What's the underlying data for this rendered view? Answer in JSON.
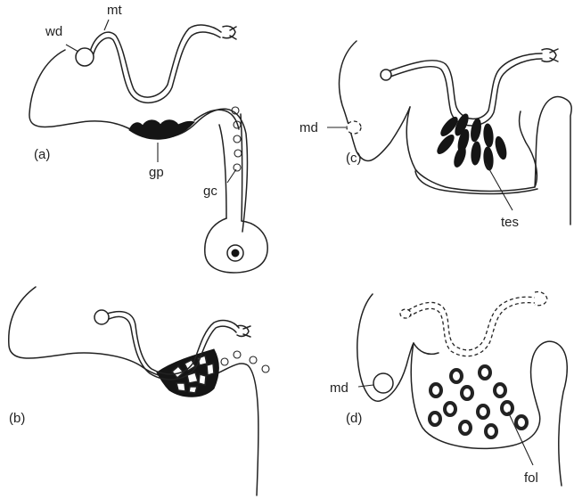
{
  "panels": {
    "a": {
      "tag": "(a)",
      "labels": {
        "wd": "wd",
        "mt": "mt",
        "gp": "gp",
        "gc": "gc"
      }
    },
    "b": {
      "tag": "(b)"
    },
    "c": {
      "tag": "(c)",
      "labels": {
        "md": "md",
        "tes": "tes"
      }
    },
    "d": {
      "tag": "(d)",
      "labels": {
        "md": "md",
        "fol": "fol"
      }
    }
  },
  "colors": {
    "ink": "#222222",
    "fill_black": "#151515",
    "background": "#ffffff"
  }
}
